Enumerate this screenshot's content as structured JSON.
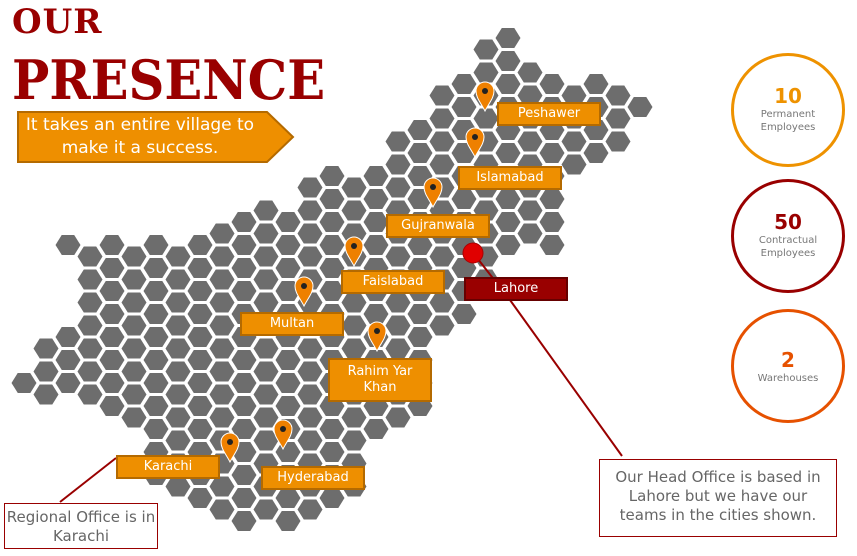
{
  "title": {
    "line1": "OUR",
    "line2": "PRESENCE"
  },
  "tagline": "It takes an entire village to make it a success.",
  "cities": [
    {
      "name": "Peshawer"
    },
    {
      "name": "Islamabad"
    },
    {
      "name": "Gujranwala"
    },
    {
      "name": "Faislabad"
    },
    {
      "name": "Lahore"
    },
    {
      "name": "Multan"
    },
    {
      "name": "Rahim Yar Khan"
    },
    {
      "name": "Karachi"
    },
    {
      "name": "Hyderabad"
    }
  ],
  "stats": [
    {
      "value": "10",
      "label": "Permanent Employees",
      "color": "#ee9200"
    },
    {
      "value": "50",
      "label": "Contractual Employees",
      "color": "#990000"
    },
    {
      "value": "2",
      "label": "Warehouses",
      "color": "#e65100"
    }
  ],
  "notes": {
    "regional": "Regional Office is in Karachi",
    "head": "Our Head Office is based in Lahore but we have our teams in the cities shown."
  },
  "colors": {
    "accent": "#ee8f00",
    "brand": "#990000",
    "hex": "#6d6d6d"
  }
}
